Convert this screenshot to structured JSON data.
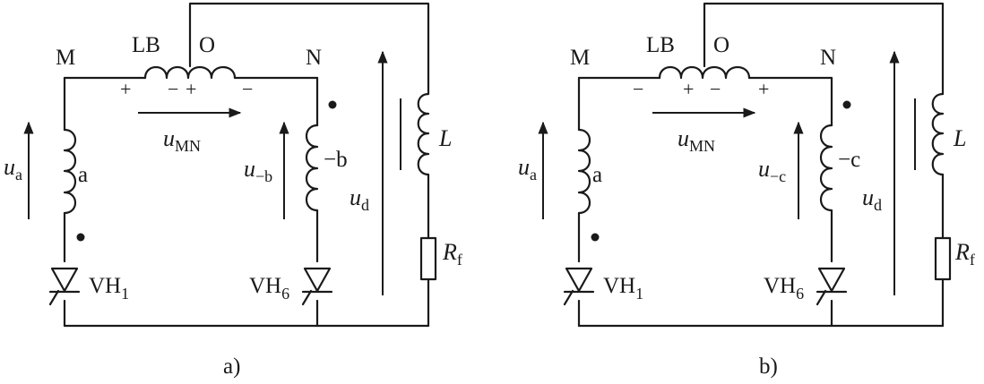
{
  "diagrams": [
    {
      "caption": "a)",
      "node_left": "M",
      "node_right": "N",
      "balance_reactor": "LB",
      "center_tap": "O",
      "lb_polarity": [
        "+",
        "−",
        "+",
        "−"
      ],
      "umn_var": "u",
      "umn_sub": "MN",
      "left_voltage_var": "u",
      "left_voltage_sub": "a",
      "left_winding": "a",
      "right_voltage_var": "u",
      "right_voltage_sub": "−b",
      "right_winding": "−b",
      "load_voltage_var": "u",
      "load_voltage_sub": "d",
      "inductor_var": "L",
      "resistor_var": "R",
      "resistor_sub": "f",
      "thyristor_left": "VH",
      "thyristor_left_sub": "1",
      "thyristor_right": "VH",
      "thyristor_right_sub": "6"
    },
    {
      "caption": "b)",
      "node_left": "M",
      "node_right": "N",
      "balance_reactor": "LB",
      "center_tap": "O",
      "lb_polarity": [
        "−",
        "+",
        "−",
        "+"
      ],
      "umn_var": "u",
      "umn_sub": "MN",
      "left_voltage_var": "u",
      "left_voltage_sub": "a",
      "left_winding": "a",
      "right_voltage_var": "u",
      "right_voltage_sub": "−c",
      "right_winding": "−c",
      "load_voltage_var": "u",
      "load_voltage_sub": "d",
      "inductor_var": "L",
      "resistor_var": "R",
      "resistor_sub": "f",
      "thyristor_left": "VH",
      "thyristor_left_sub": "1",
      "thyristor_right": "VH",
      "thyristor_right_sub": "6"
    }
  ]
}
